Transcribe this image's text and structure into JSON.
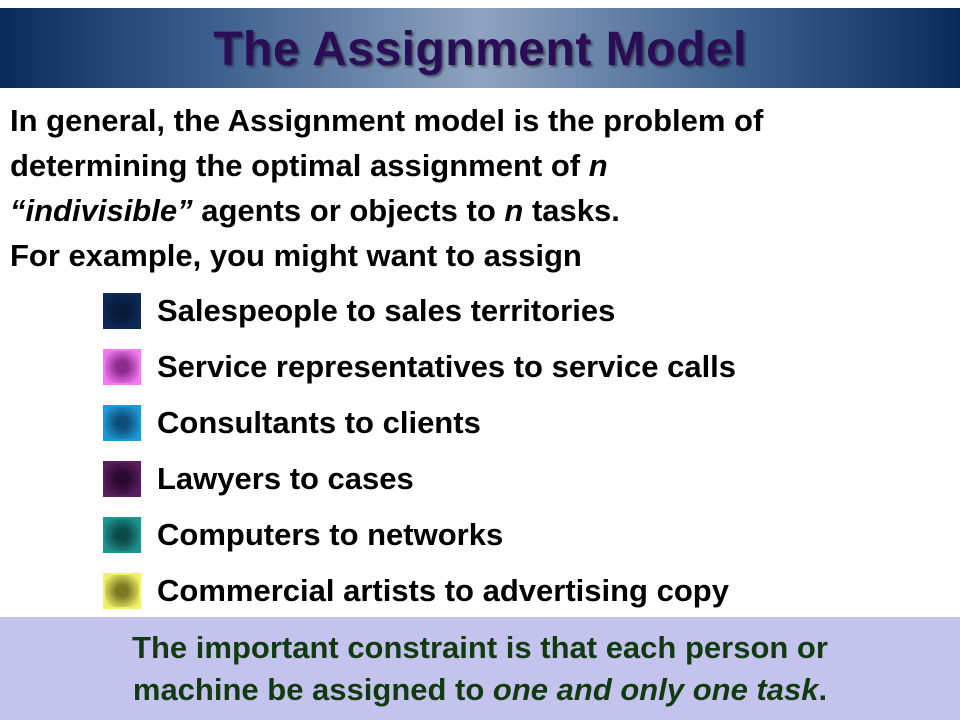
{
  "title": "The Assignment Model",
  "intro": {
    "line1": "In general, the Assignment model is the problem of",
    "line2_a": "determining the optimal assignment of ",
    "line2_n": "n",
    "line3_quoted": "“indivisible”",
    "line3_b": " agents or objects to ",
    "line3_n": "n",
    "line3_c": " tasks.",
    "line4": "For example, you might want to assign"
  },
  "items": [
    {
      "label": "Salespeople to sales territories",
      "color_outer": "#0d2a57",
      "color_inner": "#071a3a"
    },
    {
      "label": "Service representatives to service calls",
      "color_outer": "#f37af3",
      "color_inner": "#8e2b8e"
    },
    {
      "label": "Consultants to clients",
      "color_outer": "#1e9ad6",
      "color_inner": "#0d4f7a"
    },
    {
      "label": "Lawyers to cases",
      "color_outer": "#5a1d5e",
      "color_inner": "#2a0930"
    },
    {
      "label": "Computers to networks",
      "color_outer": "#1f9490",
      "color_inner": "#0a4a48"
    },
    {
      "label": "Commercial artists to advertising copy",
      "color_outer": "#f1f16a",
      "color_inner": "#7a7a22"
    }
  ],
  "footer": {
    "line1": "The important constraint is that each person or",
    "line2_a": "machine be assigned to ",
    "line2_emph": "one and only one task",
    "line2_end": "."
  },
  "colors": {
    "title_text": "#2a0d55",
    "footer_bg": "#c4c3ee",
    "footer_text": "#113a11"
  }
}
